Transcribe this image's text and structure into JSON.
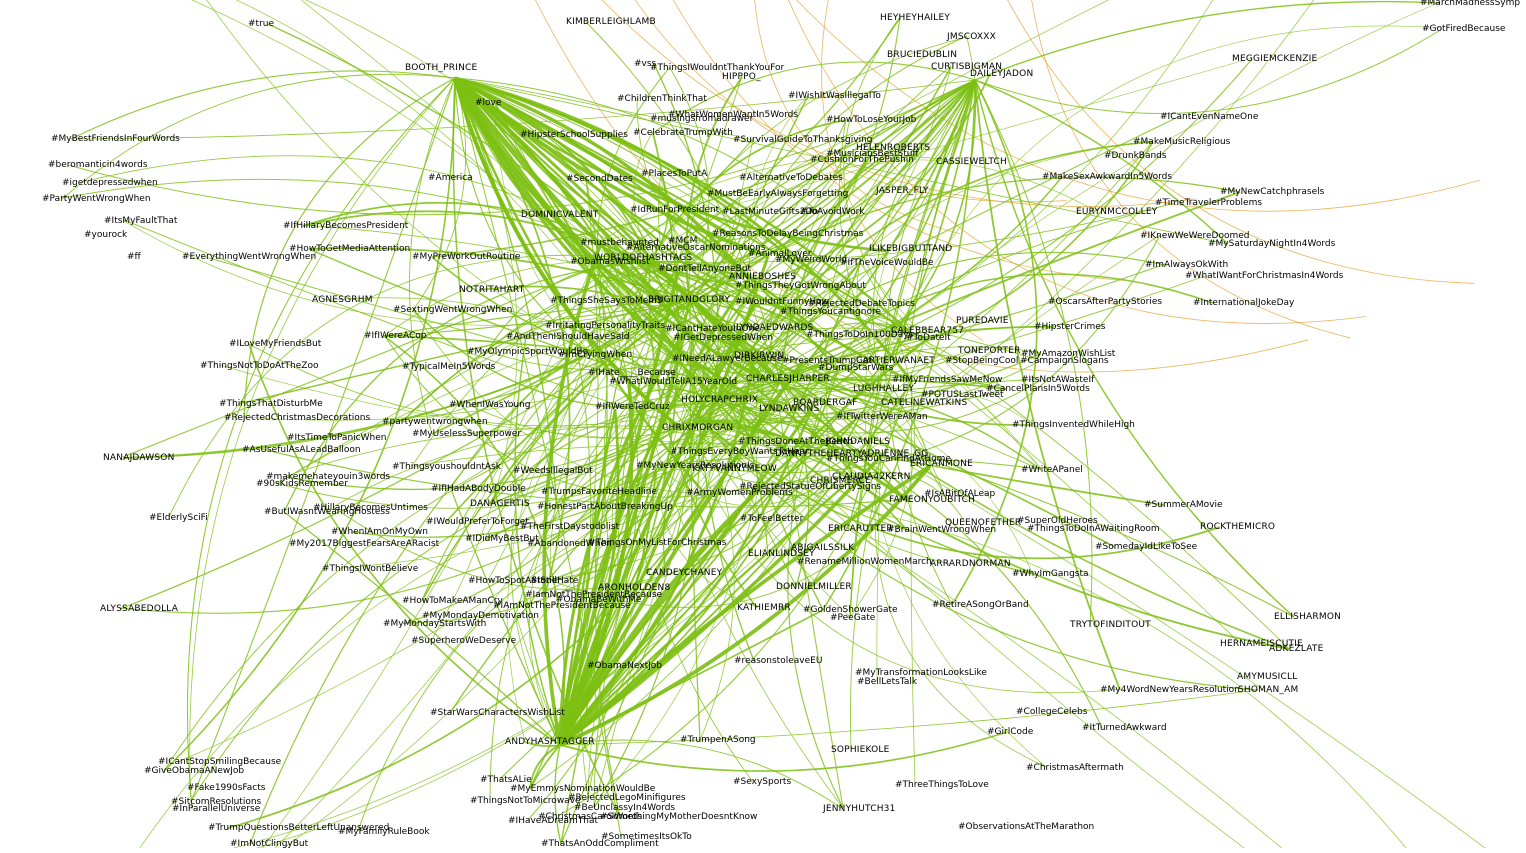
{
  "colors": {
    "background": "#ffffff",
    "edge_primary": "#7cbf12",
    "edge_secondary": "#e39c28",
    "label": "#000000"
  },
  "hubs": [
    "BOOTH_PRINCE",
    "ANDYHASHTAGGER",
    "CHRIXMORGAN",
    "DAILEYJADON",
    "WORLDOFHASHTAGS",
    "CHARLESJHARPER",
    "HOLYCRAPCHRIX",
    "BRIGITANDGLORY"
  ],
  "nodes": [
    {
      "label": "#true"
    },
    {
      "label": "KIMBERLEIGHLAMB"
    },
    {
      "label": "HEYHEYHAILEY"
    },
    {
      "label": "JMSCOXXX"
    },
    {
      "label": "BRUCIEDUBLIN"
    },
    {
      "label": "CURTISBIGMAN"
    },
    {
      "label": "DAILEYJADON"
    },
    {
      "label": "MEGGIEMCKENZIE"
    },
    {
      "label": "#MarchMadnessSymp"
    },
    {
      "label": "#GotFiredBecause"
    },
    {
      "label": "BOOTH_PRINCE"
    },
    {
      "label": "#vss"
    },
    {
      "label": "#ThingsIWouldntThankYouFor"
    },
    {
      "label": "HIPPPO_"
    },
    {
      "label": "#ChildrenThinkThat"
    },
    {
      "label": "#IWishItWasIllegalTo"
    },
    {
      "label": "#love"
    },
    {
      "label": "#WhatWomenWantIn5Words"
    },
    {
      "label": "#musingsfromadrawer"
    },
    {
      "label": "#HowToLoseYourJob"
    },
    {
      "label": "#HipsterSchoolSupplies"
    },
    {
      "label": "#CelebrateTrumpWith"
    },
    {
      "label": "#SurvivalGuideToThanksgiving"
    },
    {
      "label": "HELENROBERTS"
    },
    {
      "label": "#MusiciansBestStuff"
    },
    {
      "label": "#CushionForThePushin"
    },
    {
      "label": "CASSIEWELTCH"
    },
    {
      "label": "#MyBestFriendsInFourWords"
    },
    {
      "label": "#ICantEvenNameOne"
    },
    {
      "label": "#MakeMusicReligious"
    },
    {
      "label": "#DrunkBands"
    },
    {
      "label": "#beromanticin4words"
    },
    {
      "label": "#igetdepressedwhen"
    },
    {
      "label": "#America"
    },
    {
      "label": "#SecondDates"
    },
    {
      "label": "#PlacesToPutA"
    },
    {
      "label": "#AlternativeToDebates"
    },
    {
      "label": "#MakeSexAwkwardIn5Words"
    },
    {
      "label": "#MyNewCatchphrasels"
    },
    {
      "label": "#PartyWentWrongWhen"
    },
    {
      "label": "#MustBeEarlyAlwaysForgetting"
    },
    {
      "label": "JASPER_FLY"
    },
    {
      "label": "#TimeTravelerProblems"
    },
    {
      "label": "#ItsMyFaultThat"
    },
    {
      "label": "#IdRunForPresident"
    },
    {
      "label": "#LastMinuteGifts2Do"
    },
    {
      "label": "#ToAvoidWork"
    },
    {
      "label": "EURYNMCCOLLEY"
    },
    {
      "label": "DOMINICVALENT"
    },
    {
      "label": "#yourock"
    },
    {
      "label": "#IfHillaryBecomesPresident"
    },
    {
      "label": "#ReasonsToDelayBeingChristmas"
    },
    {
      "label": "#MCM"
    },
    {
      "label": "#IKnewWeWereDoomed"
    },
    {
      "label": "#MySaturdayNightIn4Words"
    },
    {
      "label": "#mustbehaunted"
    },
    {
      "label": "#AlternativeOscarNominations"
    },
    {
      "label": "#AnimalLover"
    },
    {
      "label": "ILIKEBIGBUTTAND"
    },
    {
      "label": "#ff"
    },
    {
      "label": "#EverythingWentWrongWhen"
    },
    {
      "label": "#HowToGetMediaAttention"
    },
    {
      "label": "#MyPreWorkOutRoutine"
    },
    {
      "label": "#ObamasWishlist"
    },
    {
      "label": "WORLDOFHASHTAGS"
    },
    {
      "label": "#MyWeirdWorld"
    },
    {
      "label": "#IfTheVoiceWouldBe"
    },
    {
      "label": "#ImAlwaysOkWith"
    },
    {
      "label": "#WhatIWantForChristmasIn4Words"
    },
    {
      "label": "#DontTellAnyoneBut"
    },
    {
      "label": "ANNIEBOSHES"
    },
    {
      "label": "#ThingsTheyGotWrongAbout"
    },
    {
      "label": "NOTRITAHART"
    },
    {
      "label": "AGNESGRHM"
    },
    {
      "label": "#ThingsSheSaysToMeIn3"
    },
    {
      "label": "BRIGITANDGLORY"
    },
    {
      "label": "#IWouldntFunnyHow"
    },
    {
      "label": "#RejectedDebateTopics"
    },
    {
      "label": "#OscarsAfterPartyStories"
    },
    {
      "label": "#InternationalJokeDay"
    },
    {
      "label": "#SextingWentWrongWhen"
    },
    {
      "label": "#ThingsYoucantignore"
    },
    {
      "label": "PUREDAVIE"
    },
    {
      "label": "#HipsterCrimes"
    },
    {
      "label": "#IrritatingPersonalityTraits"
    },
    {
      "label": "#ICantHateYouInOne"
    },
    {
      "label": "LYNDAEDWARDS"
    },
    {
      "label": "#ThingsToDoIn100Days"
    },
    {
      "label": "CALEBBEAR757"
    },
    {
      "label": "#IfIWereACop"
    },
    {
      "label": "#AndThenIShouldHaveSaid"
    },
    {
      "label": "#IGetDepressedWhen"
    },
    {
      "label": "#ToDateIt"
    },
    {
      "label": "#ILoveMyFriendsBut"
    },
    {
      "label": "#MyOlympicSportWouldBe"
    },
    {
      "label": "#ImCryingWhen"
    },
    {
      "label": "TONEPORTER"
    },
    {
      "label": "#MyAmazonWishList"
    },
    {
      "label": "#INeedALawyerBecause"
    },
    {
      "label": "#PresentsTrumpGot"
    },
    {
      "label": "CARTIERWANAET"
    },
    {
      "label": "#StopBeingCool"
    },
    {
      "label": "#CampaignSlogans"
    },
    {
      "label": "#ThingsNotToDoAtTheZoo"
    },
    {
      "label": "#TypicalMeIn5Words"
    },
    {
      "label": "DIRKIRWIN"
    },
    {
      "label": "#DumpStarWars"
    },
    {
      "label": "#IHate____Because"
    },
    {
      "label": "#IfMyFriendsSawMeNow"
    },
    {
      "label": "#ItsNotAWasteIf"
    },
    {
      "label": "CHARLESJHARPER"
    },
    {
      "label": "LUGHHALLEY"
    },
    {
      "label": "#CancelPlansIn5Words"
    },
    {
      "label": "#WhatIWouldTellA15YearOld"
    },
    {
      "label": "#POTUSLastTweet"
    },
    {
      "label": "HOLYCRAPCHRIX"
    },
    {
      "label": "BOARDERGAF"
    },
    {
      "label": "CATELINEWATKINS"
    },
    {
      "label": "#ThingsThatDisturbMe"
    },
    {
      "label": "#WhenIWasYoung"
    },
    {
      "label": "LYNDAWKINS"
    },
    {
      "label": "#IfIWereTedCruz"
    },
    {
      "label": "#IfTwitterWereAMan"
    },
    {
      "label": "#RejectedChristmasDecorations"
    },
    {
      "label": "#partywentwrongwhen"
    },
    {
      "label": "#ThingsInventedWhileHigh"
    },
    {
      "label": "CHRIXMORGAN"
    },
    {
      "label": "#MyUselessSuperpower"
    },
    {
      "label": "#ItsTimeToPanicWhen"
    },
    {
      "label": "#ThingsDoneAtTheBeach"
    },
    {
      "label": "JOHNDANIELS"
    },
    {
      "label": "#AsUsefulAsALeadBalloon"
    },
    {
      "label": "#ThingsEveryBoyWantsToHear"
    },
    {
      "label": "DANNYTHEHEARTY"
    },
    {
      "label": "ADRIENNE_GG"
    },
    {
      "label": "#ThingsYouCanFindAtHome"
    },
    {
      "label": "NANAJDAWSON"
    },
    {
      "label": "ERICANMONE"
    },
    {
      "label": "#MyNewYearsResolutionIs"
    },
    {
      "label": "#ThingsyoushouldntAsk"
    },
    {
      "label": "#WeedsIllegalBut"
    },
    {
      "label": "KATYVANNYMEOW"
    },
    {
      "label": "#WriteAPanel"
    },
    {
      "label": "#makemehateyouin3words"
    },
    {
      "label": "#90sKidsRemember"
    },
    {
      "label": "CLAUDIA42KERN"
    },
    {
      "label": "CHRISMERCE"
    },
    {
      "label": "#RejectedStatueOfLibertySigns"
    },
    {
      "label": "#IfIHadABodyDouble"
    },
    {
      "label": "#TrumpsFavoriteHeadline"
    },
    {
      "label": "#ArmyWomenProblems"
    },
    {
      "label": "FAMEONYOUBITCH"
    },
    {
      "label": "#IsABitOfALeap"
    },
    {
      "label": "DANAGERTIS"
    },
    {
      "label": "#HonestPartAboutBreakingUp"
    },
    {
      "label": "#ButIWasntWearingHostess"
    },
    {
      "label": "#HillaryBecomesUntimes"
    },
    {
      "label": "#SummerAMovie"
    },
    {
      "label": "#ElderlySciFi"
    },
    {
      "label": "#IWouldPreferToForget"
    },
    {
      "label": "#ToFeelBetter"
    },
    {
      "label": "QUEENOFETHER"
    },
    {
      "label": "#SuperOldHeroes"
    },
    {
      "label": "#WhenIAmOnMyOwn"
    },
    {
      "label": "ERICARUTTER"
    },
    {
      "label": "#BrainWentWrongWhen"
    },
    {
      "label": "#ThingsToDoInAWaitingRoom"
    },
    {
      "label": "ROCKTHEMICRO"
    },
    {
      "label": "#IDidMyBestBut"
    },
    {
      "label": "#TheFirstDaystodolist"
    },
    {
      "label": "#My2017BiggestFearsAreARacist"
    },
    {
      "label": "#ThingsOnMyListForChristmas"
    },
    {
      "label": "#AbandonedWhen"
    },
    {
      "label": "ABIGAILSSILK"
    },
    {
      "label": "ELIANLINDSEY"
    },
    {
      "label": "#SomedayIdLikeToSee"
    },
    {
      "label": "#RenameMillionWomenMarch"
    },
    {
      "label": "ARRARDNORMAN"
    },
    {
      "label": "#ThingsIWontBelieve"
    },
    {
      "label": "CANDEYCHANEY"
    },
    {
      "label": "#WhyImGangsta"
    },
    {
      "label": "#HowToSpotAStoner"
    },
    {
      "label": "#IStillHate"
    },
    {
      "label": "ARONHOLDEN8"
    },
    {
      "label": "DONNIELMILLER"
    },
    {
      "label": "#IamNotThePresidentBecause"
    },
    {
      "label": "#HowToMakeAManCry"
    },
    {
      "label": "#ObamaBeWithMe"
    },
    {
      "label": "#IAmNotThePresidentBecause"
    },
    {
      "label": "#RetireASongOrBand"
    },
    {
      "label": "ALYSSABEDOLLA"
    },
    {
      "label": "KATHIEMRR"
    },
    {
      "label": "#MyMondayDemotivation"
    },
    {
      "label": "#GoldenShowerGate"
    },
    {
      "label": "ELLISHARMON"
    },
    {
      "label": "#MyMondayStartsWith"
    },
    {
      "label": "#PeeGate"
    },
    {
      "label": "TRYTOFINDITOUT"
    },
    {
      "label": "HERNAMEISCUTIE"
    },
    {
      "label": "#SuperheroWeDeserve"
    },
    {
      "label": "ADKEZLATE"
    },
    {
      "label": "#reasonstoleaveEU"
    },
    {
      "label": "#ObamaNextJob"
    },
    {
      "label": "#MyTransformationLooksLike"
    },
    {
      "label": "AMYMUSICLL"
    },
    {
      "label": "#BellLetsTalk"
    },
    {
      "label": "#My4WordNewYearsResolution"
    },
    {
      "label": "SHOMAN_AM"
    },
    {
      "label": "#StarWarsCharactersWishList"
    },
    {
      "label": "#CollegeCelebs"
    },
    {
      "label": "#ItTurnedAwkward"
    },
    {
      "label": "#GirlCode"
    },
    {
      "label": "ANDYHASHTAGGER"
    },
    {
      "label": "#TrumpenASong"
    },
    {
      "label": "SOPHIEKOLE"
    },
    {
      "label": "#ICantStopSmilingBecause"
    },
    {
      "label": "#GiveObamaANewJob"
    },
    {
      "label": "#ChristmasAftermath"
    },
    {
      "label": "#ThatsALie"
    },
    {
      "label": "#SexySports"
    },
    {
      "label": "#Fake1990sFacts"
    },
    {
      "label": "#MyEmmysNominationWouldBe"
    },
    {
      "label": "#ThreeThingsToLove"
    },
    {
      "label": "#RejectedLegoMinifigures"
    },
    {
      "label": "#SitcomResolutions"
    },
    {
      "label": "#ThingsNotToMicrowave"
    },
    {
      "label": "#InParallelUniverse"
    },
    {
      "label": "#BeUnclassyIn4Words"
    },
    {
      "label": "JENNYHUTCH31"
    },
    {
      "label": "#ChristmasCarolWords"
    },
    {
      "label": "#SomethingMyMotherDoesntKnow"
    },
    {
      "label": "#IHaveADreamThat"
    },
    {
      "label": "#TrumpQuestionsBetterLeftUnanswered"
    },
    {
      "label": "#MyFamilyRuleBook"
    },
    {
      "label": "#ObservationsAtTheMarathon"
    },
    {
      "label": "#SometimesItsOkTo"
    },
    {
      "label": "#ImNotClingyBut"
    },
    {
      "label": "#ThatsAnOddCompliment"
    }
  ]
}
